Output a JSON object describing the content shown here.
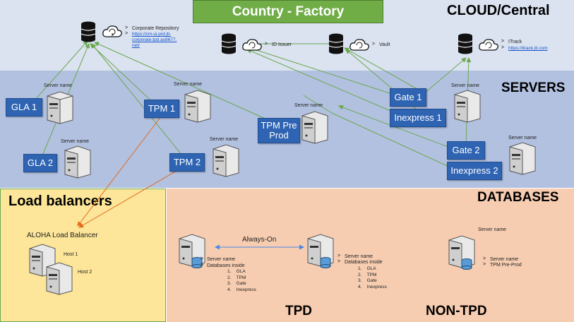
{
  "banner": "Country - Factory",
  "zones": {
    "cloud": "CLOUD/Central",
    "servers": "SERVERS",
    "databases": "DATABASES",
    "load_balancers": "Load balancers",
    "tpd": "TPD",
    "non_tpd": "NON-TPD"
  },
  "cloud": {
    "repo": {
      "label": "Corporate Repository",
      "link_lines": [
        "https://cm-ui.prd.jti-",
        "corporate.tpd.as8677.",
        "net/"
      ]
    },
    "id_issuer": "ID Issuer",
    "vault": "Vault",
    "itrack": {
      "label": "ITrack",
      "link": "https://itrack.jti.com"
    }
  },
  "servers": {
    "server_name": "Server name",
    "nodes": {
      "gla1": "GLA 1",
      "gla2": "GLA 2",
      "tpm1": "TPM 1",
      "tpm2": "TPM 2",
      "tpm_preprod": "TPM Pre Prod",
      "gate1": "Gate 1",
      "inexpress1": "Inexpress 1",
      "gate2": "Gate 2",
      "inexpress2": "Inexpress 2"
    }
  },
  "load_balancer": {
    "title": "ALOHA Load Balancer",
    "host1": "Host 1",
    "host2": "Host 2"
  },
  "databases": {
    "always_on": "Always-On",
    "server_name": "Server name",
    "databases_inside": "Databases inside",
    "db_list": [
      "GLA",
      "TPM",
      "Gate",
      "Inexpress"
    ],
    "preprod_db": "TPM Pre-Prod"
  },
  "colors": {
    "arrow_green": "#6aa84f",
    "arrow_orange": "#e06c1f",
    "arrow_blue": "#4a86e8",
    "pill_blue": "#2f64b3"
  }
}
